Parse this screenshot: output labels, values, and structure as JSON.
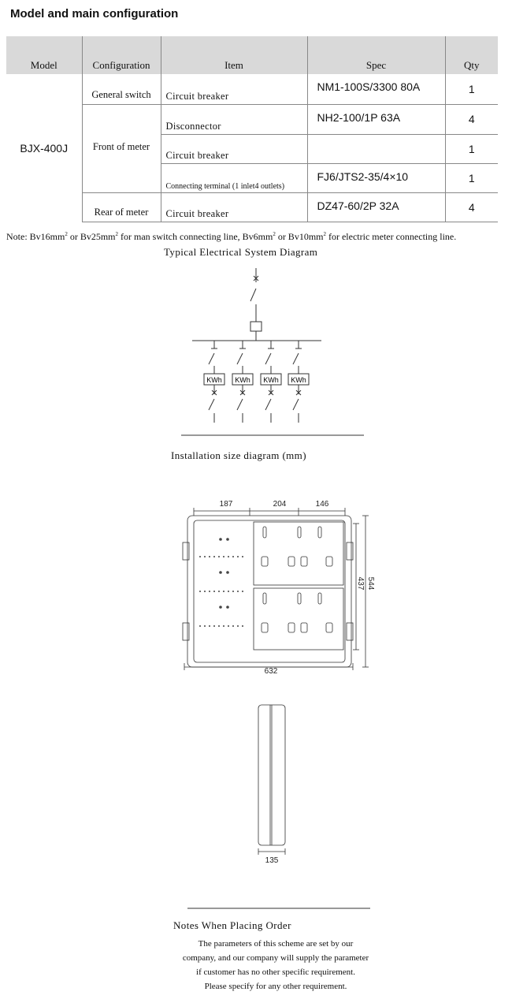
{
  "header": {
    "title": "Model and main configuration"
  },
  "table": {
    "headers": {
      "model": "Model",
      "configuration": "Configuration",
      "item": "Item",
      "spec": "Spec",
      "qty": "Qty"
    },
    "model": "BJX-400J",
    "rows": [
      {
        "configuration": "General switch",
        "item": "Circuit breaker",
        "spec": "NM1-100S/3300 80A",
        "qty": "1"
      },
      {
        "configuration": "",
        "item": "Disconnector",
        "spec": "NH2-100/1P 63A",
        "qty": "4"
      },
      {
        "configuration": "Front of meter",
        "item": "Circuit breaker",
        "spec": "",
        "qty": "1"
      },
      {
        "configuration": "",
        "item": "Connecting terminal (1 inlet4 outlets)",
        "spec": "FJ6/JTS2-35/4×10",
        "qty": "1"
      },
      {
        "configuration": "Rear of meter",
        "item": "Circuit breaker",
        "spec": "DZ47-60/2P 32A",
        "qty": "4"
      }
    ]
  },
  "note": {
    "prefix": "Note: Bv16mm",
    "p1": " or Bv25mm",
    "p2": " for man switch connecting line, Bv6mm",
    "p3": " or Bv10mm",
    "p4": " for electric meter connecting line.",
    "sup": "2"
  },
  "diagram": {
    "title": "Typical Electrical System Diagram",
    "meter_label": "KWh"
  },
  "install": {
    "title": "Installation size diagram (mm)",
    "dims": {
      "top_left": "187",
      "top_mid": "204",
      "top_right": "146",
      "height_inner": "437",
      "height_outer": "544",
      "width": "632",
      "depth": "135"
    }
  },
  "order": {
    "title": "Notes When Placing Order",
    "lines": [
      "The parameters of this scheme are set by our",
      "company, and our company will supply the parameter",
      "if customer has no other specific requirement.",
      "Please specify for any other requirement."
    ]
  }
}
